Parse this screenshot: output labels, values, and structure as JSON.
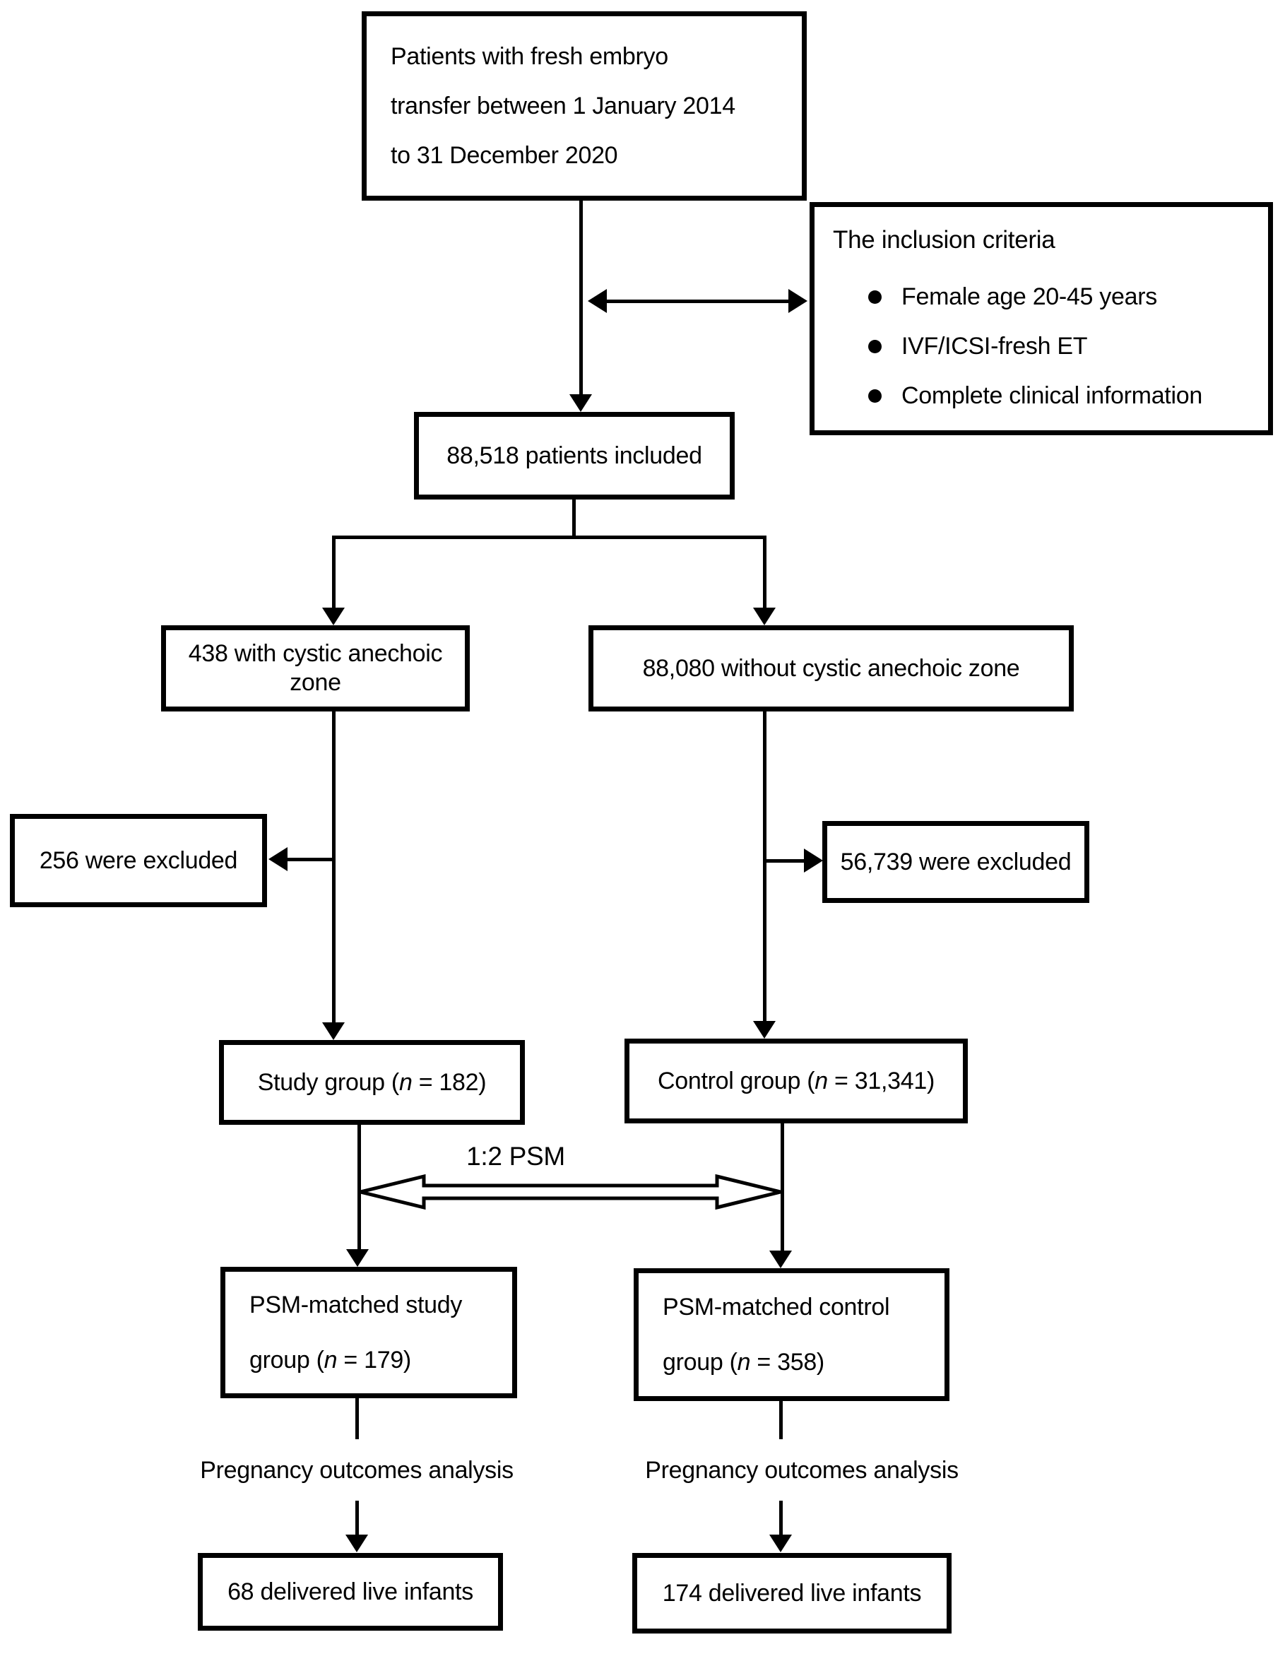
{
  "diagram": {
    "top_box": {
      "line1": "Patients with fresh embryo",
      "line2": "transfer between 1 January 2014",
      "line3": "to 31 December 2020"
    },
    "inclusion": {
      "title": "The inclusion criteria",
      "bullet_items": [
        {
          "label": "Female age 20-45 years"
        },
        {
          "label": "IVF/ICSI-fresh ET"
        },
        {
          "label": "Complete clinical information"
        }
      ]
    },
    "included": {
      "label": "88,518 patients included"
    },
    "with_zone": {
      "label": "438 with cystic anechoic zone"
    },
    "without_zone": {
      "label": "88,080 without cystic anechoic zone"
    },
    "excluded_left": {
      "label": "256 were excluded"
    },
    "excluded_right": {
      "label": "56,739 were excluded"
    },
    "study": {
      "prefix": "Study group (",
      "n": "n",
      "suffix": " = 182)"
    },
    "control": {
      "prefix": "Control group (",
      "n": "n",
      "suffix": " = 31,341)"
    },
    "psm_arrow": {
      "label": "1:2 PSM"
    },
    "psm_study": {
      "line1": "PSM-matched study",
      "l2_prefix": "group (",
      "n": "n",
      "l2_suffix": " = 179)"
    },
    "psm_control": {
      "line1": "PSM-matched control",
      "l2_prefix": "group (",
      "n": "n",
      "l2_suffix": " = 358)"
    },
    "pregnancy_left": {
      "label": "Pregnancy outcomes analysis"
    },
    "pregnancy_right": {
      "label": "Pregnancy outcomes analysis"
    },
    "infants_left": {
      "label": "68 delivered live infants"
    },
    "infants_right": {
      "label": "174 delivered live infants"
    },
    "colors": {
      "line": "#000000",
      "text": "#000000",
      "background": "#ffffff"
    }
  }
}
